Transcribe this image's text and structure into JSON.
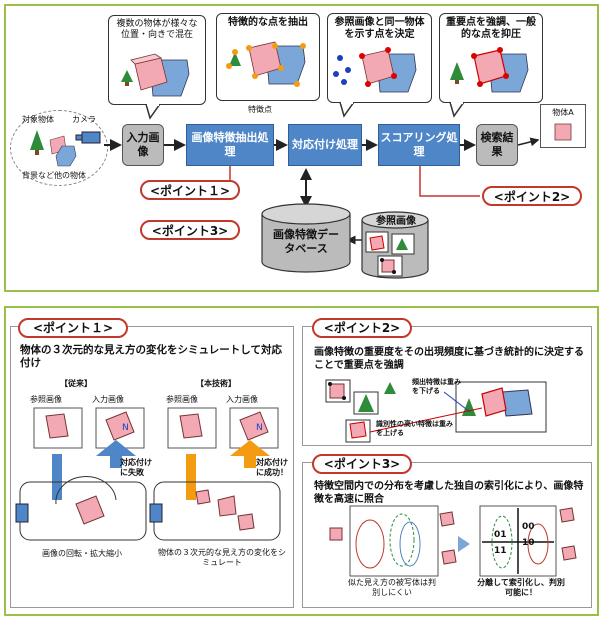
{
  "top": {
    "bubble_mixed": "複数の物体が様々な位置・向きで混在",
    "bubble_feature": "特徴的な点を抽出",
    "bubble_same": "参照画像と同一物体を示す点を決定",
    "bubble_emph": "重要点を強調、一般的な点を抑圧",
    "label_target": "対象物体",
    "label_camera": "カメラ",
    "label_background": "背景など他の物体",
    "label_feature_point": "特徴点",
    "label_objectA": "物体A",
    "box_input": "入力画像",
    "box_extract": "画像特徴抽出処理",
    "box_match": "対応付け処理",
    "box_score": "スコアリング処理",
    "box_search": "検索結果",
    "point1": "<ポイント１>",
    "point2": "<ポイント2>",
    "point3": "<ポイント3>",
    "db": "画像特徴データベース",
    "ref_images": "参照画像"
  },
  "p1": {
    "title": "<ポイント１>",
    "heading": "物体の３次元的な見え方の変化をシミュレートして対応付け",
    "conventional": "【従来】",
    "ours": "【本技術】",
    "ref_label_a": "参照画像",
    "input_label_a": "入力画像",
    "ref_label_b": "参照画像",
    "input_label_b": "入力画像",
    "fail": "対応付けに失敗",
    "success": "対応付けに成功！",
    "caption_a": "画像の回転・拡大縮小",
    "caption_b": "物体の３次元的な見え方の変化をシミュレート"
  },
  "p2": {
    "title": "<ポイント2>",
    "heading": "画像特徴の重要度をその出現頻度に基づき統計的に決定することで重要点を強調",
    "frequent": "頻出特徴は重みを下げる",
    "distinct": "識別性の高い特徴は重みを上げる"
  },
  "p3": {
    "title": "<ポイント3>",
    "heading": "特徴空間内での分布を考慮した独自の索引化により、画像特徴を高速に照合",
    "left_caption": "似た見え方の被写体は判別しにくい",
    "right_caption": "分離して索引化し、判別可能に！",
    "codes": [
      "00",
      "01",
      "10",
      "11"
    ]
  },
  "colors": {
    "blue_box": "#4e86c8",
    "gray_box": "#bbbbbb",
    "point_border": "#c0392b",
    "panel_border": "#9bc04a",
    "cube": "#f2a9b4",
    "cross": "#7aa6d8"
  }
}
